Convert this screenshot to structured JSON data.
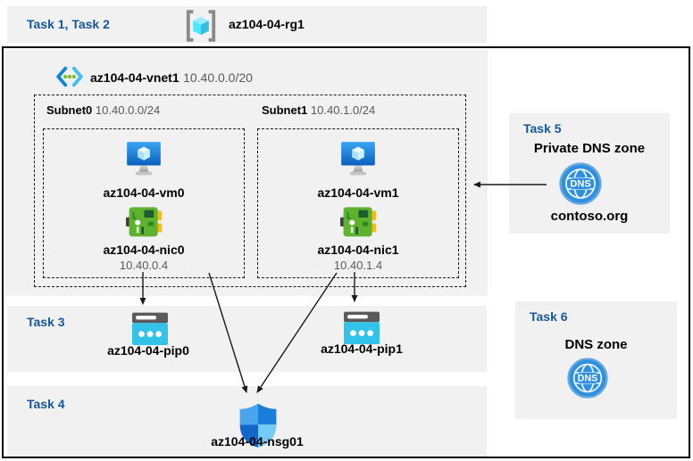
{
  "colors": {
    "accent_blue": "#15579b",
    "band_bg": "#f1f1f1",
    "arrow": "#1a1a1a"
  },
  "header": {
    "tasks_label": "Task 1, Task 2",
    "resource_group": "az104-04-rg1"
  },
  "vnet": {
    "name": "az104-04-vnet1",
    "cidr": "10.40.0.0/20",
    "subnets": [
      {
        "name": "Subnet0",
        "cidr": "10.40.0.0/24",
        "vm": "az104-04-vm0",
        "nic": "az104-04-nic0",
        "ip": "10.40.0.4"
      },
      {
        "name": "Subnet1",
        "cidr": "10.40.1.0/24",
        "vm": "az104-04-vm1",
        "nic": "az104-04-nic1",
        "ip": "10.40.1.4"
      }
    ]
  },
  "task3": {
    "label": "Task 3",
    "pips": [
      "az104-04-pip0",
      "az104-04-pip1"
    ]
  },
  "task4": {
    "label": "Task 4",
    "nsg": "az104-04-nsg01"
  },
  "task5": {
    "label": "Task 5",
    "title": "Private DNS zone",
    "zone_name": "contoso.org",
    "dns_badge": "DNS"
  },
  "task6": {
    "label": "Task 6",
    "title": "DNS zone",
    "dns_badge": "DNS"
  }
}
